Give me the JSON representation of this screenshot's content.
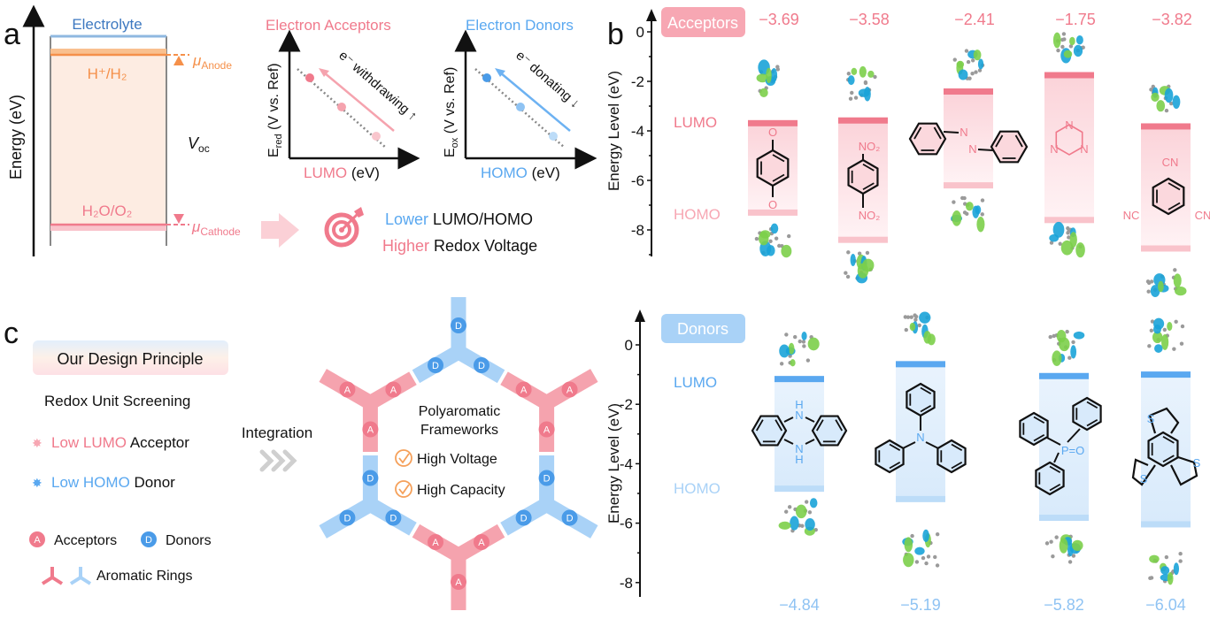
{
  "panel_labels": {
    "a": "a",
    "b": "b",
    "c": "c"
  },
  "colors": {
    "acceptor": "#f07a8c",
    "acceptor_light": "#f7b0ba",
    "donor": "#5aa8f0",
    "donor_light": "#a9d2f7",
    "anode": "#f5a05a",
    "electrolyte": "#3d78c0"
  },
  "panel_a": {
    "y_axis_label": "Energy (eV)",
    "electrolyte": "Electrolyte",
    "anode_couple": "H⁺/H₂",
    "cathode_couple": "H₂O/O₂",
    "mu": "μ",
    "anode_sub": "Anode",
    "cathode_sub": "Cathode",
    "voc_main": "V",
    "voc_sub": "oc",
    "acceptor_chart": {
      "title": "Electron Acceptors",
      "ylabel_main": "E",
      "ylabel_sub": "red",
      "ylabel_rest": " (V vs. Ref)",
      "xlabel_colored": "LUMO",
      "xlabel_rest": " (eV)",
      "arrow_label": "e⁻ withdrawing ↑"
    },
    "donor_chart": {
      "title": "Electron Donors",
      "ylabel_main": "E",
      "ylabel_sub": "ox",
      "ylabel_rest": " (V vs. Ref)",
      "xlabel_colored": "HOMO",
      "xlabel_rest": " (eV)",
      "arrow_label": "e⁻ donating ↓"
    },
    "conclusion": {
      "line1_colored": "Lower",
      "line1_rest": " LUMO/HOMO",
      "line2_colored": "Higher",
      "line2_rest": " Redox Voltage"
    }
  },
  "panel_b": {
    "axis_label": "Energy Level (eV)",
    "tick_labels": [
      "0",
      "-2",
      "-4",
      "-6",
      "-8"
    ],
    "acceptors": {
      "badge": "Acceptors",
      "lumo_label": "LUMO",
      "homo_label": "HOMO",
      "molecules": [
        {
          "value_text": "−3.69",
          "lumo": -3.69,
          "homo": -7.3,
          "atom_labels": [
            "O",
            "O"
          ]
        },
        {
          "value_text": "−3.58",
          "lumo": -3.58,
          "homo": -8.4,
          "atom_labels": [
            "NO₂",
            "NO₂"
          ]
        },
        {
          "value_text": "−2.41",
          "lumo": -2.41,
          "homo": -6.2,
          "atom_labels": [
            "N",
            "N"
          ]
        },
        {
          "value_text": "−1.75",
          "lumo": -1.75,
          "homo": -7.6,
          "atom_labels": [
            "N",
            "N",
            "N"
          ]
        },
        {
          "value_text": "−3.82",
          "lumo": -3.82,
          "homo": -8.75,
          "atom_labels": [
            "CN",
            "NC",
            "CN"
          ]
        }
      ]
    },
    "donors": {
      "badge": "Donors",
      "lumo_label": "LUMO",
      "homo_label": "HOMO",
      "molecules": [
        {
          "value_text": "−4.84",
          "lumo": -1.15,
          "homo": -4.84,
          "atom_labels": [
            "H",
            "N",
            "N",
            "H"
          ]
        },
        {
          "value_text": "−5.19",
          "lumo": -0.65,
          "homo": -5.19,
          "atom_labels": [
            "N"
          ]
        },
        {
          "value_text": "−5.82",
          "lumo": -1.05,
          "homo": -5.82,
          "atom_labels": [
            "P=O"
          ]
        },
        {
          "value_text": "−6.04",
          "lumo": -1.0,
          "homo": -6.04,
          "atom_labels": [
            "S",
            "S",
            "S"
          ]
        }
      ]
    }
  },
  "panel_c": {
    "principle": "Our Design Principle",
    "screening": "Redox Unit Screening",
    "acceptor_line_colored": "Low LUMO",
    "acceptor_line_rest": " Acceptor",
    "donor_line_colored": "Low HOMO",
    "donor_line_rest": " Donor",
    "legend_acceptor_letter": "A",
    "legend_acceptor": "Acceptors",
    "legend_donor_letter": "D",
    "legend_donor": "Donors",
    "legend_rings": "Aromatic Rings",
    "integration": "Integration",
    "framework_line1": "Polyaromatic",
    "framework_line2": "Frameworks",
    "check1": "High Voltage",
    "check2": "High Capacity"
  }
}
